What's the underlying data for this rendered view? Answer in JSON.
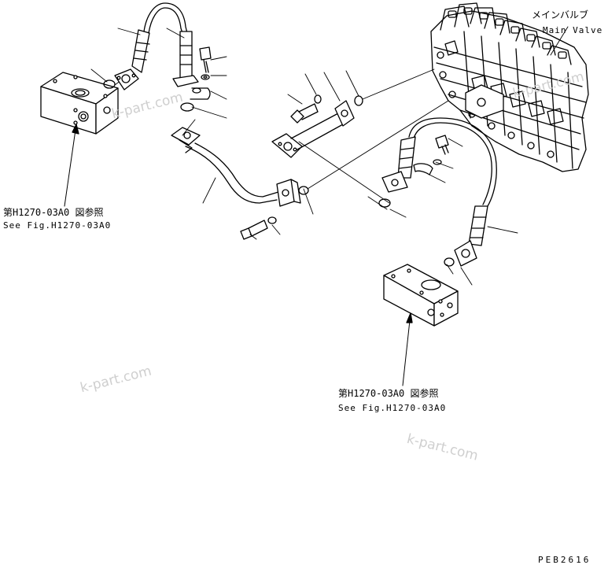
{
  "main_valve": {
    "label_jp": "メインバルブ",
    "label_en": "Main Valve"
  },
  "references": [
    {
      "label_jp": "第H1270-03A0 図参照",
      "label_en": "See Fig.H1270-03A0"
    },
    {
      "label_jp": "第H1270-03A0 図参照",
      "label_en": "See Fig.H1270-03A0"
    }
  ],
  "drawing_code": "PEB2616",
  "watermarks": [
    "k-part.com",
    "k-part.com",
    "k-part.com",
    "k-part.com"
  ]
}
